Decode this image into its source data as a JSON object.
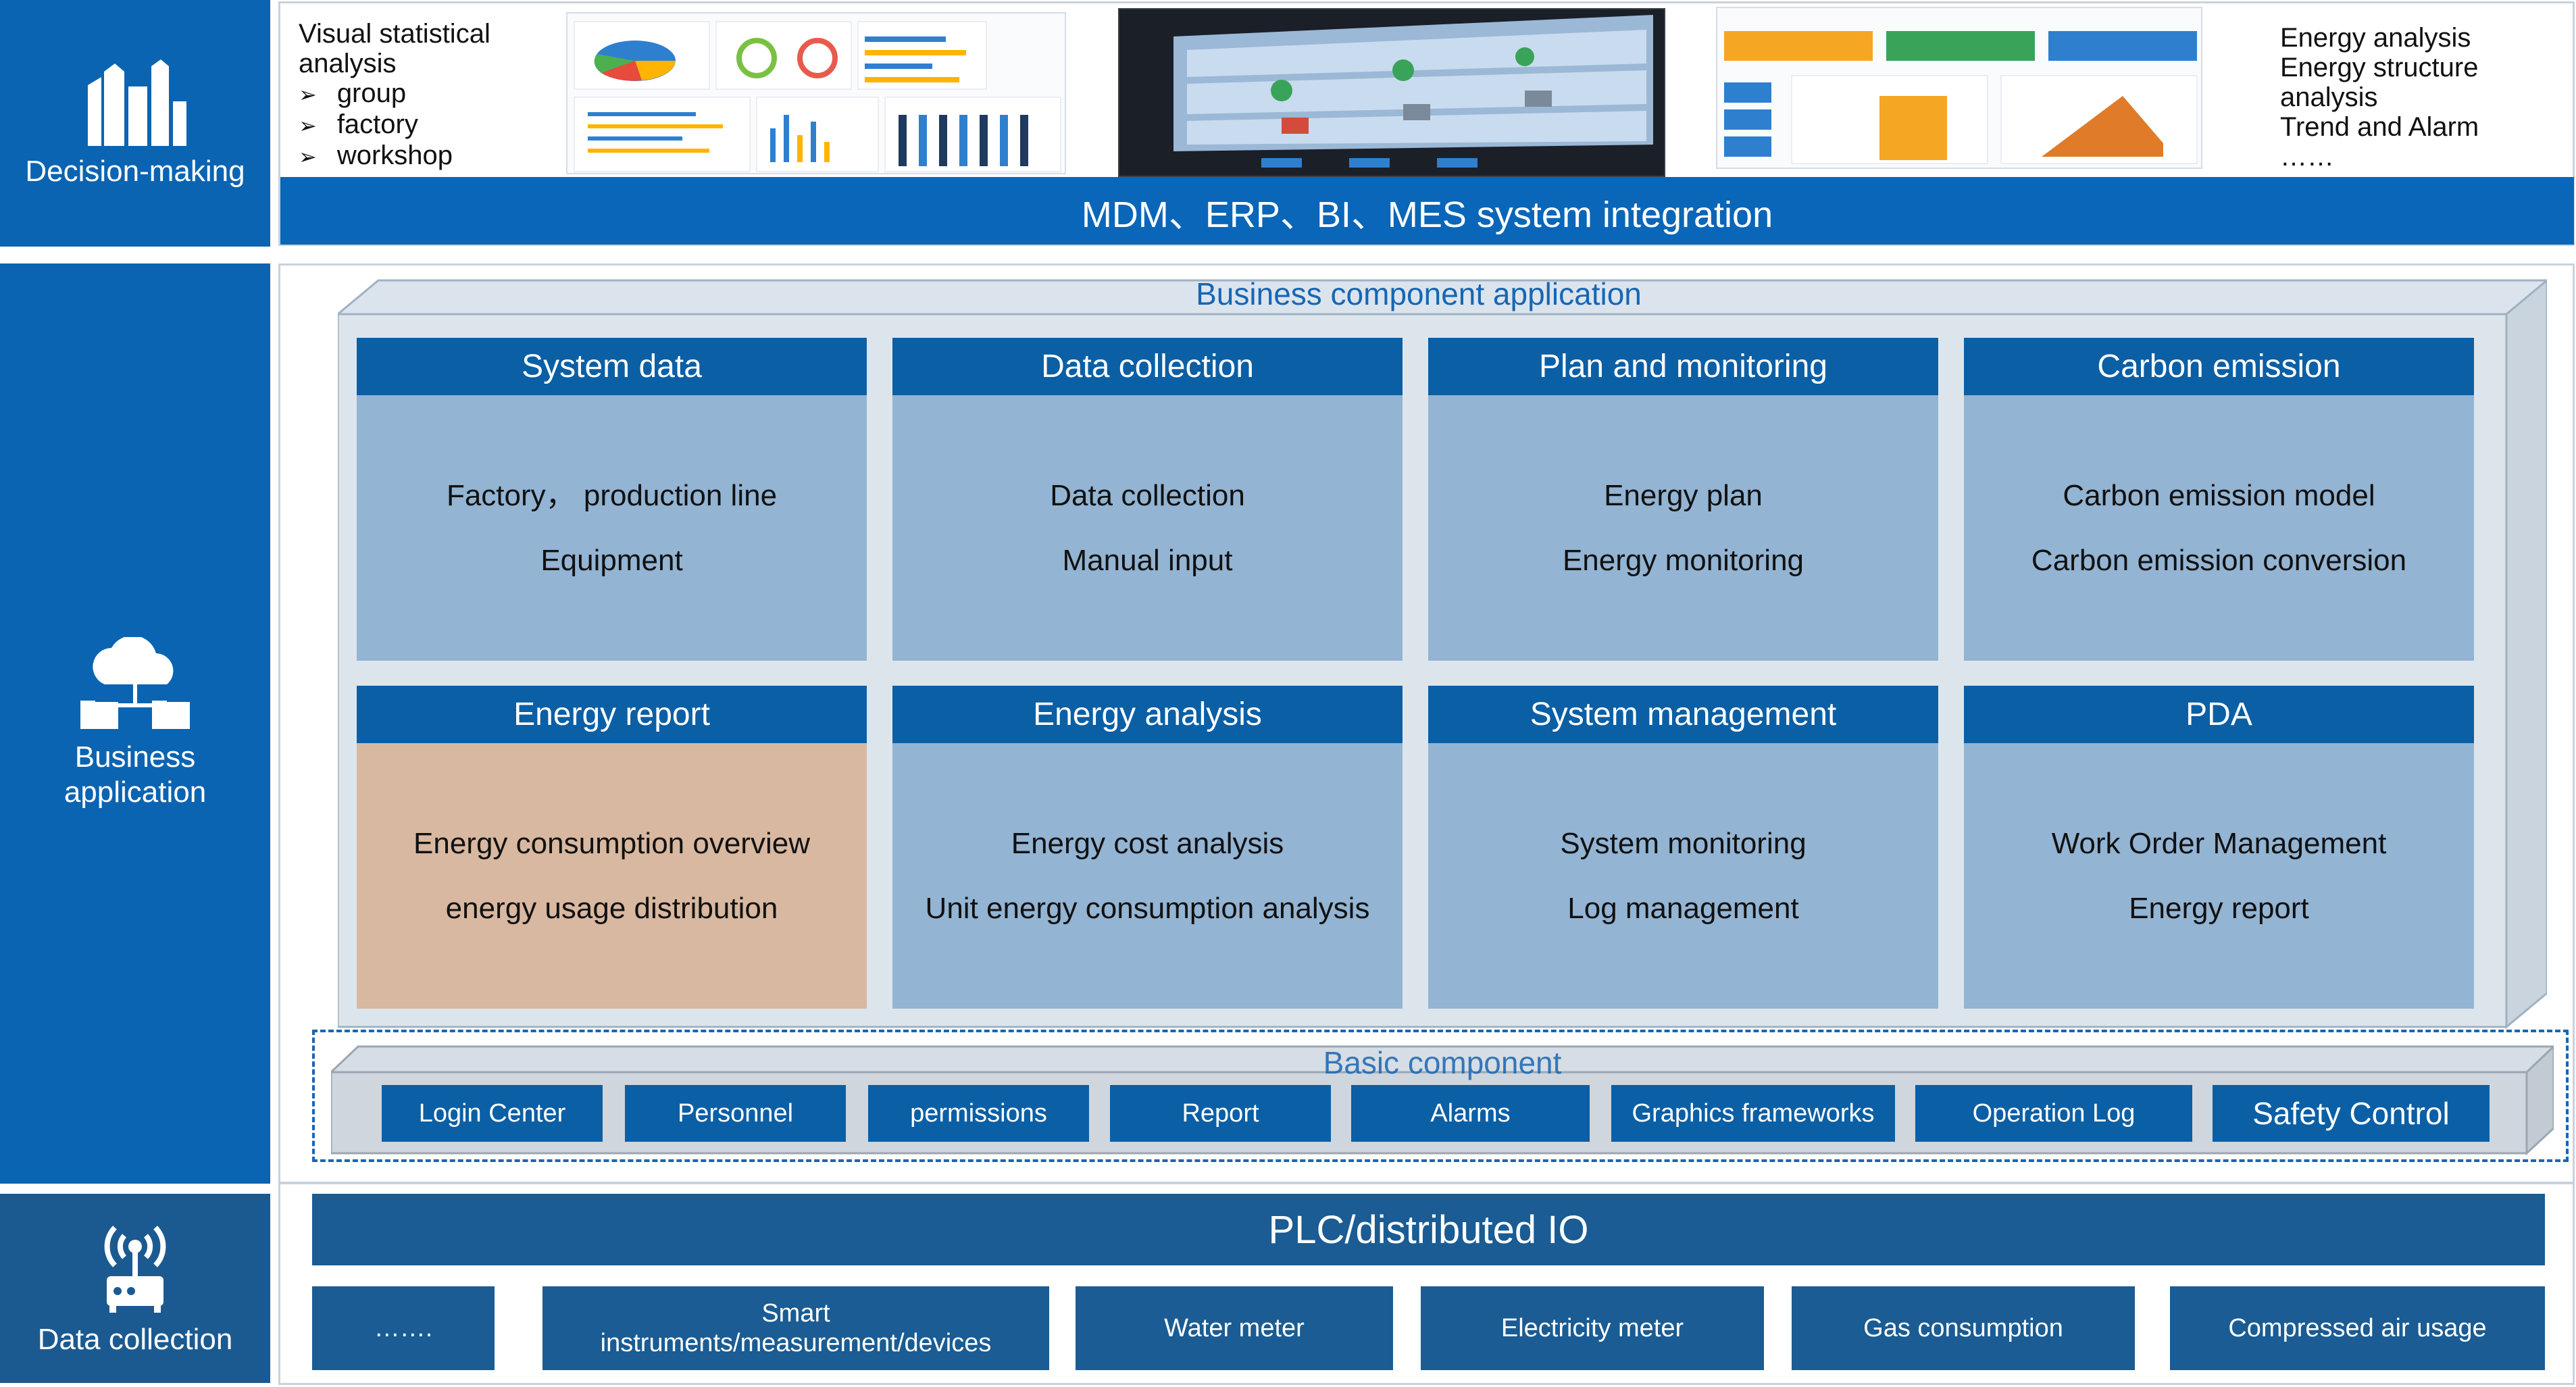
{
  "layers": {
    "decision": {
      "label": "Decision-making",
      "icon": "bar-chart-building-icon"
    },
    "business": {
      "label": "Business application",
      "icon": "cloud-network-icon"
    },
    "collection": {
      "label": "Data collection",
      "icon": "wireless-router-icon"
    }
  },
  "decision_strip": {
    "left_title": "Visual statistical analysis",
    "left_items": [
      "group",
      "factory",
      "workshop"
    ],
    "right_items": [
      "Energy analysis",
      "Energy structure analysis",
      "Trend and Alarm",
      "……"
    ],
    "integration_bar": "MDM、ERP、BI、MES system integration"
  },
  "business_components": {
    "title": "Business component application",
    "modules": [
      {
        "title": "System data",
        "lines": [
          "Factory， production line",
          "Equipment"
        ]
      },
      {
        "title": "Data collection",
        "lines": [
          "Data collection",
          "Manual input"
        ]
      },
      {
        "title": "Plan and monitoring",
        "lines": [
          "Energy plan",
          "Energy monitoring"
        ]
      },
      {
        "title": "Carbon emission",
        "lines": [
          "Carbon emission model",
          "Carbon emission conversion"
        ]
      },
      {
        "title": "Energy report",
        "lines": [
          "Energy consumption overview",
          "energy usage distribution"
        ]
      },
      {
        "title": "Energy analysis",
        "lines": [
          "Energy cost analysis",
          "Unit energy consumption analysis"
        ]
      },
      {
        "title": "System management",
        "lines": [
          "System monitoring",
          "Log management"
        ]
      },
      {
        "title": "PDA",
        "lines": [
          "Work Order Management",
          "Energy report"
        ]
      }
    ]
  },
  "basic_components": {
    "title": "Basic component application",
    "items": [
      "Login Center",
      "Personnel",
      "permissions",
      "Report",
      "Alarms",
      "Graphics frameworks",
      "Operation Log",
      "Safety Control"
    ]
  },
  "data_collection": {
    "plc": "PLC/distributed IO",
    "devices": [
      "…….",
      "Smart instruments/measurement/devices",
      "Water meter",
      "Electricity meter",
      "Gas consumption",
      "Compressed air usage"
    ]
  },
  "colors": {
    "navy": "#0b64b2",
    "module_header": "#0b5fa5",
    "module_body": "#93b4d3",
    "highlight_body": "#d8b8a0",
    "title_text": "#1766b4"
  }
}
